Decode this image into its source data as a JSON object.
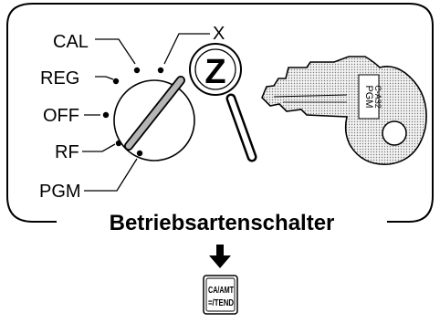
{
  "mode_switch": {
    "positions": {
      "cal": "CAL",
      "reg": "REG",
      "off": "OFF",
      "rf": "RF",
      "pgm": "PGM",
      "x": "X",
      "z": "Z"
    },
    "caption": "Betriebsartenschalter"
  },
  "key": {
    "label_line1": "PGM",
    "label_line2": "C-A32"
  },
  "key_button": {
    "top": "CA/AMT",
    "bottom": "=/TEND"
  },
  "icons": [
    "mode-switch-dial",
    "magnifier-icon",
    "program-key-icon",
    "down-arrow-icon",
    "ca-amt-tend-key-icon"
  ]
}
